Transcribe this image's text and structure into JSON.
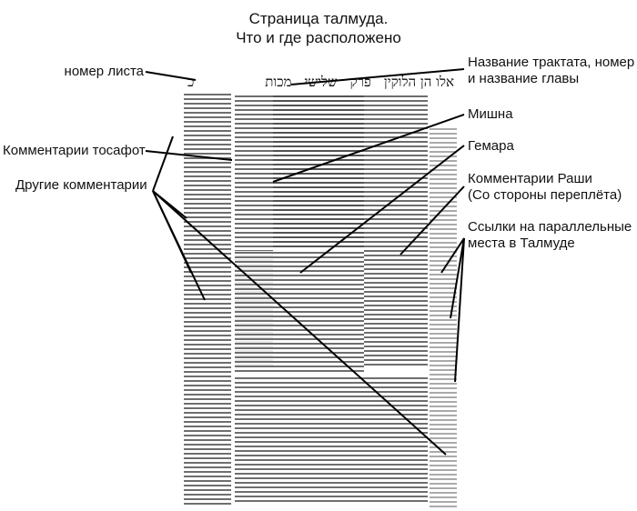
{
  "title": {
    "line1": "Страница талмуда.",
    "line2": "Что и где расположено"
  },
  "labels": {
    "page_number": "номер листа",
    "tractate": "Название трактата, номер и название главы",
    "tractate_l1": "Название трактата, номер",
    "tractate_l2": "и название главы",
    "mishna": "Мишна",
    "gemara": "Гемара",
    "rashi_l1": "Комментарии Раши",
    "rashi_l2": "(Со стороны переплёта)",
    "refs_l1": "Ссылки на параллельные",
    "refs_l2": "места в Талмуде",
    "tosafot": "Комментарии тосафот",
    "other": "Другие комментарии"
  },
  "page_header": {
    "page_no": "כ",
    "tractate": "מכות",
    "chapter_no": "שלישי",
    "chapter_word": "פרק",
    "chapter_name": "אלו הן הלוקין"
  }
}
